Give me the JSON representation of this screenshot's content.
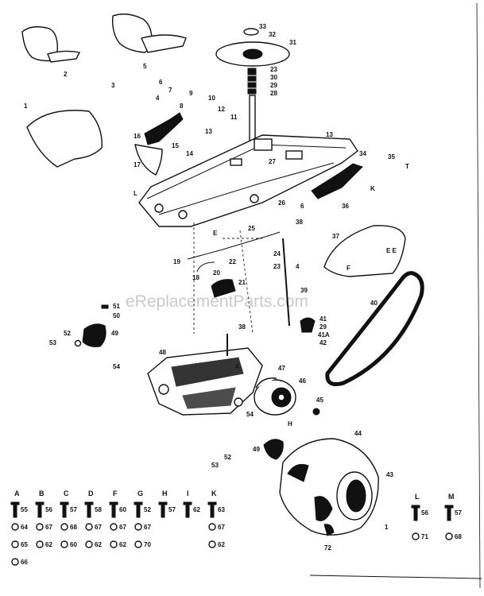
{
  "watermark": "eReplacementParts.com",
  "callouts": [
    {
      "id": "c33",
      "text": "33"
    },
    {
      "id": "c32",
      "text": "32"
    },
    {
      "id": "c31",
      "text": "31"
    },
    {
      "id": "c2",
      "text": "2"
    },
    {
      "id": "c5",
      "text": "5"
    },
    {
      "id": "c23",
      "text": "23"
    },
    {
      "id": "c30",
      "text": "30"
    },
    {
      "id": "c29",
      "text": "29"
    },
    {
      "id": "c28",
      "text": "28"
    },
    {
      "id": "c3",
      "text": "3"
    },
    {
      "id": "c6",
      "text": "6"
    },
    {
      "id": "c7",
      "text": "7"
    },
    {
      "id": "c4",
      "text": "4"
    },
    {
      "id": "c1",
      "text": "1"
    },
    {
      "id": "c8",
      "text": "8"
    },
    {
      "id": "c9",
      "text": "9"
    },
    {
      "id": "c10",
      "text": "10"
    },
    {
      "id": "c11",
      "text": "11"
    },
    {
      "id": "c12",
      "text": "12"
    },
    {
      "id": "c13a",
      "text": "13"
    },
    {
      "id": "c13b",
      "text": "13"
    },
    {
      "id": "c16",
      "text": "16"
    },
    {
      "id": "c15",
      "text": "15"
    },
    {
      "id": "c14",
      "text": "14"
    },
    {
      "id": "c17",
      "text": "17"
    },
    {
      "id": "c27",
      "text": "27"
    },
    {
      "id": "c34",
      "text": "34"
    },
    {
      "id": "c35",
      "text": "35"
    },
    {
      "id": "cT",
      "text": "T"
    },
    {
      "id": "cK",
      "text": "K"
    },
    {
      "id": "c36",
      "text": "36"
    },
    {
      "id": "cL",
      "text": "L"
    },
    {
      "id": "c26",
      "text": "26"
    },
    {
      "id": "c6b",
      "text": "6"
    },
    {
      "id": "c38",
      "text": "38"
    },
    {
      "id": "c25",
      "text": "25"
    },
    {
      "id": "cE",
      "text": "E"
    },
    {
      "id": "c37",
      "text": "37"
    },
    {
      "id": "cEE",
      "text": "E E"
    },
    {
      "id": "cF",
      "text": "F"
    },
    {
      "id": "c24",
      "text": "24"
    },
    {
      "id": "c22",
      "text": "22"
    },
    {
      "id": "c19",
      "text": "19"
    },
    {
      "id": "c23b",
      "text": "23"
    },
    {
      "id": "c4b",
      "text": "4"
    },
    {
      "id": "c20",
      "text": "20"
    },
    {
      "id": "c18",
      "text": "18"
    },
    {
      "id": "c21",
      "text": "21"
    },
    {
      "id": "c39",
      "text": "39"
    },
    {
      "id": "c40",
      "text": "40"
    },
    {
      "id": "c51",
      "text": "51"
    },
    {
      "id": "c50",
      "text": "50"
    },
    {
      "id": "c41",
      "text": "41"
    },
    {
      "id": "c29b",
      "text": "29"
    },
    {
      "id": "c41a",
      "text": "41A"
    },
    {
      "id": "c42",
      "text": "42"
    },
    {
      "id": "c52",
      "text": "52"
    },
    {
      "id": "c49",
      "text": "49"
    },
    {
      "id": "c53",
      "text": "53"
    },
    {
      "id": "c38b",
      "text": "38"
    },
    {
      "id": "c48",
      "text": "48"
    },
    {
      "id": "c54",
      "text": "54"
    },
    {
      "id": "c4c",
      "text": "4"
    },
    {
      "id": "c47",
      "text": "47"
    },
    {
      "id": "c46",
      "text": "46"
    },
    {
      "id": "c45",
      "text": "45"
    },
    {
      "id": "c54b",
      "text": "54"
    },
    {
      "id": "cH",
      "text": "H"
    },
    {
      "id": "c44",
      "text": "44"
    },
    {
      "id": "c49b",
      "text": "49"
    },
    {
      "id": "c52b",
      "text": "52"
    },
    {
      "id": "c53b",
      "text": "53"
    },
    {
      "id": "c43",
      "text": "43"
    },
    {
      "id": "c1b",
      "text": "1"
    },
    {
      "id": "c72",
      "text": "72"
    }
  ],
  "hardware": {
    "columns": [
      {
        "letter": "A",
        "items": [
          "55",
          "64",
          "65",
          "66"
        ]
      },
      {
        "letter": "B",
        "items": [
          "56",
          "67",
          "62"
        ]
      },
      {
        "letter": "C",
        "items": [
          "57",
          "68",
          "60"
        ]
      },
      {
        "letter": "D",
        "items": [
          "58",
          "67",
          "62"
        ]
      },
      {
        "letter": "F",
        "items": [
          "60",
          "67",
          "62"
        ]
      },
      {
        "letter": "G",
        "items": [
          "52",
          "67",
          "70"
        ]
      },
      {
        "letter": "H",
        "items": [
          "57"
        ]
      },
      {
        "letter": "I",
        "items": [
          "62"
        ]
      },
      {
        "letter": "K",
        "items": [
          "63",
          "67",
          "62"
        ]
      }
    ],
    "right": [
      {
        "letter": "L",
        "items": [
          "56",
          "71"
        ]
      },
      {
        "letter": "M",
        "items": [
          "57",
          "68"
        ]
      }
    ]
  }
}
